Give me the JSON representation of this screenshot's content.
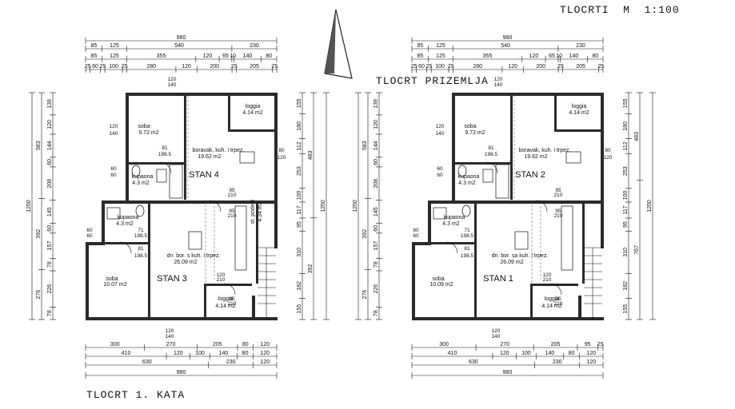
{
  "titles": {
    "scale": "TLOCRTI  M  1:100",
    "ground": "TLOCRT PRIZEMLJA",
    "first": "TLOCRT 1. KATA"
  },
  "left_plan": {
    "top_dims": {
      "row1": [
        "980"
      ],
      "row2": [
        "85",
        "125",
        "540",
        "230"
      ],
      "row3": [
        "85",
        "125",
        "355",
        "120",
        "65",
        "10",
        "140",
        "80"
      ],
      "row4": [
        "25",
        "60",
        "25",
        "100",
        "25",
        "280",
        "120",
        "200",
        "25",
        "205",
        "25"
      ]
    },
    "bottom_dims": {
      "row1": [
        "300",
        "270",
        "205",
        "80",
        "120"
      ],
      "row2": [
        "410",
        "120",
        "100",
        "140",
        "80",
        "120"
      ],
      "row3": [
        "630",
        "230",
        "120"
      ],
      "row4": [
        "980"
      ]
    },
    "left_dims": {
      "overall": "1250",
      "big": [
        "583",
        "392",
        "276"
      ],
      "small": [
        "139",
        "120",
        "144",
        "60",
        "208",
        "145",
        "60",
        "157",
        "78",
        "226",
        "78"
      ]
    },
    "right_dims": {
      "overall": "1250",
      "mid": [
        "483",
        "392"
      ],
      "small": [
        "155",
        "180",
        "112",
        "253",
        "100",
        "117",
        "95",
        "310",
        "182",
        "155"
      ]
    },
    "openings": [
      "120",
      "140",
      "80",
      "120",
      "60",
      "60",
      "120",
      "140",
      "60",
      "60",
      "120",
      "140",
      "95",
      "210",
      "95",
      "210",
      "81",
      "198.5",
      "71",
      "198.5",
      "81",
      "198.5",
      "120",
      "210",
      "95",
      "210"
    ],
    "rooms": {
      "soba_top_name": "soba",
      "soba_top_area": "9.72 m2",
      "boravak_name": "boravak, kuh. i trpez.",
      "boravak_area": "19.62 m2",
      "loggia_top_name": "loggia",
      "loggia_top_area": "4.14 m2",
      "kupaona_top_name": "kupaona",
      "kupaona_top_area": "4.3 m2",
      "podest_name": "st. podest",
      "podest_area": "4.34 m2",
      "kupaona_bottom_name": "kupaona",
      "kupaona_bottom_area": "4.3 m2",
      "dnevni_name": "dn. bor. s kuh. i trpez.",
      "dnevni_area": "26.09 m2",
      "soba_bottom_name": "soba",
      "soba_bottom_area": "10.07 m2",
      "loggia_bottom_name": "loggia",
      "loggia_bottom_area": "4.14 m2",
      "stan_top": "STAN 4",
      "stan_bottom": "STAN 3"
    }
  },
  "right_plan": {
    "top_dims": {
      "row1": [
        "980"
      ],
      "row2": [
        "85",
        "125",
        "540",
        "230"
      ],
      "row3": [
        "85",
        "125",
        "355",
        "120",
        "65",
        "10",
        "140",
        "80"
      ],
      "row4": [
        "25",
        "60",
        "25",
        "100",
        "25",
        "280",
        "120",
        "200",
        "25",
        "205",
        "25"
      ]
    },
    "bottom_dims": {
      "row1": [
        "300",
        "270",
        "205",
        "95",
        "25"
      ],
      "row2": [
        "410",
        "120",
        "100",
        "140",
        "80",
        "120"
      ],
      "row3": [
        "630",
        "230",
        "120"
      ],
      "row4": [
        "980"
      ]
    },
    "left_dims": {
      "overall": "1250",
      "big": [
        "583",
        "392",
        "276"
      ],
      "small": [
        "139",
        "120",
        "144",
        "60",
        "208",
        "145",
        "60",
        "157",
        "78",
        "226",
        "78"
      ]
    },
    "right_dims": {
      "overall": "1250",
      "mid": [
        "483",
        "767"
      ],
      "small": [
        "155",
        "180",
        "112",
        "253",
        "100",
        "117",
        "95",
        "310",
        "182",
        "155"
      ]
    },
    "rooms": {
      "soba_top_name": "soba",
      "soba_top_area": "9.72 m2",
      "boravak_name": "boravak, kuh. i trpez.",
      "boravak_area": "19.62 m2",
      "loggia_top_name": "loggia",
      "loggia_top_area": "4.14 m2",
      "kupaona_top_name": "kupaona",
      "kupaona_top_area": "4.3 m2",
      "kupaona_bottom_name": "kupaona",
      "kupaona_bottom_area": "4.3 m2",
      "dnevni_name": "dn. bor. sa kuh. i trpez.",
      "dnevni_area": "26.09 m2",
      "soba_bottom_name": "soba",
      "soba_bottom_area": "10.09 m2",
      "loggia_bottom_name": "loggia",
      "loggia_bottom_area": "4.14 m2",
      "stan_top": "STAN 2",
      "stan_bottom": "STAN 1"
    }
  },
  "north_arrow_icon": "north-arrow-icon"
}
